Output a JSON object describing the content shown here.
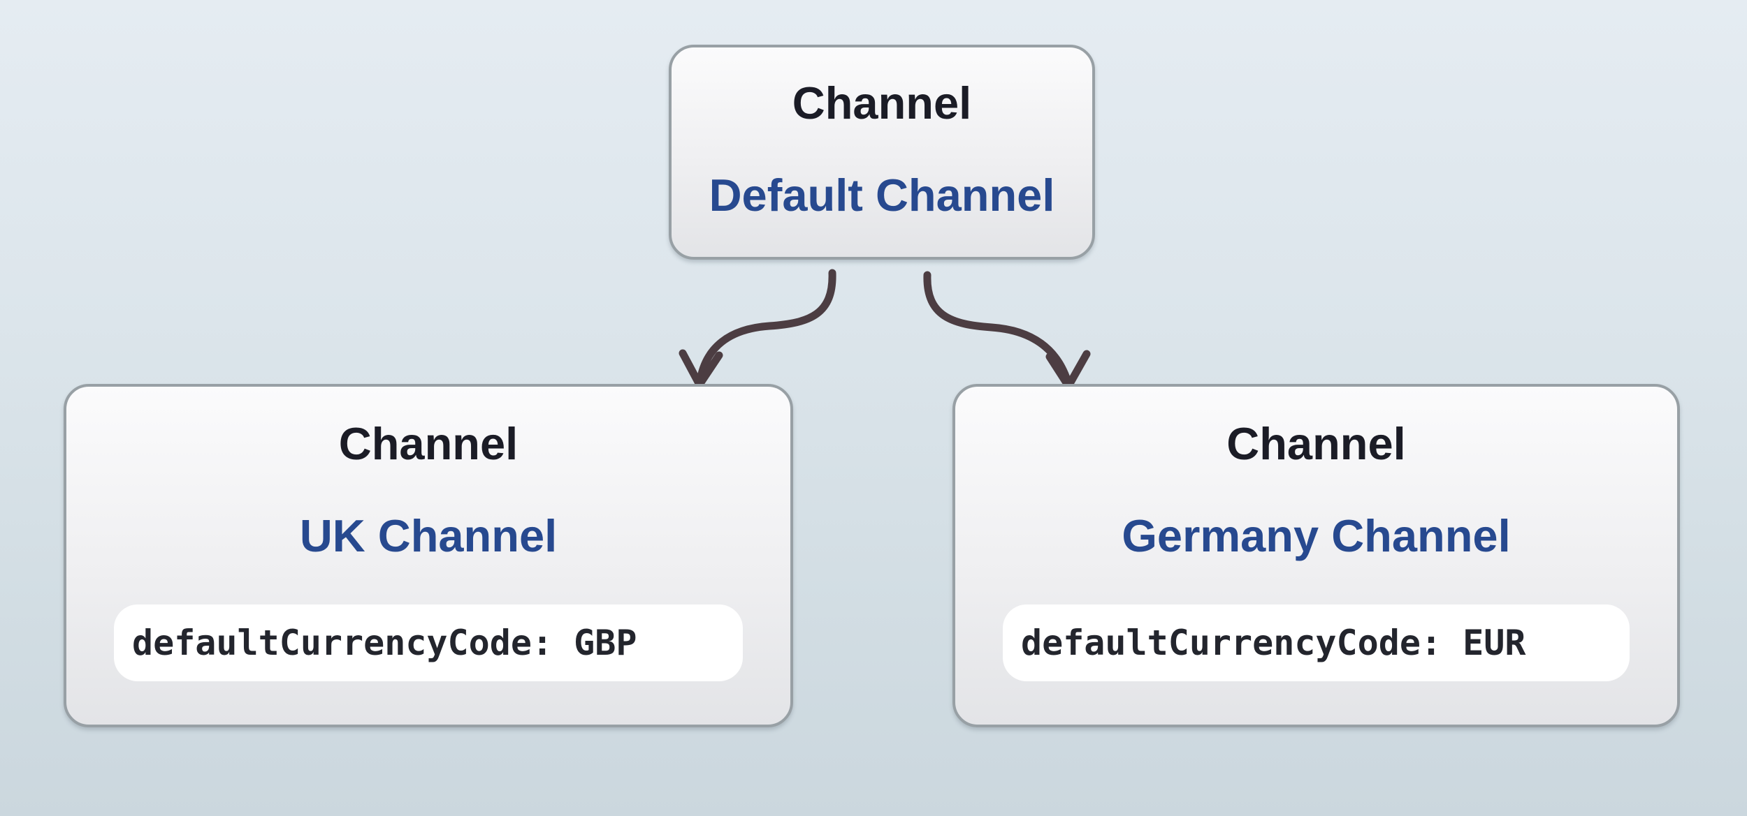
{
  "diagram": {
    "background": {
      "top_color": "#e5ecf2",
      "bottom_color": "#cbd7de"
    },
    "colors": {
      "node_border": "#98a0a5",
      "node_fill_top": "#fbfbfc",
      "node_fill_bottom": "#e3e4e7",
      "type_text": "#1b1c26",
      "title_text": "#27498f",
      "code_text": "#23252d",
      "code_pill_bg": "#ffffff",
      "arrow": "#4c3d42"
    },
    "nodes": [
      {
        "id": "default-channel",
        "type_label": "Channel",
        "title": "Default Channel"
      },
      {
        "id": "uk-channel",
        "type_label": "Channel",
        "title": "UK Channel",
        "code": "defaultCurrencyCode: GBP"
      },
      {
        "id": "germany-channel",
        "type_label": "Channel",
        "title": "Germany Channel",
        "code": "defaultCurrencyCode: EUR"
      }
    ],
    "edges": [
      {
        "from": "Default Channel",
        "to": "UK Channel"
      },
      {
        "from": "Default Channel",
        "to": "Germany Channel"
      }
    ]
  }
}
